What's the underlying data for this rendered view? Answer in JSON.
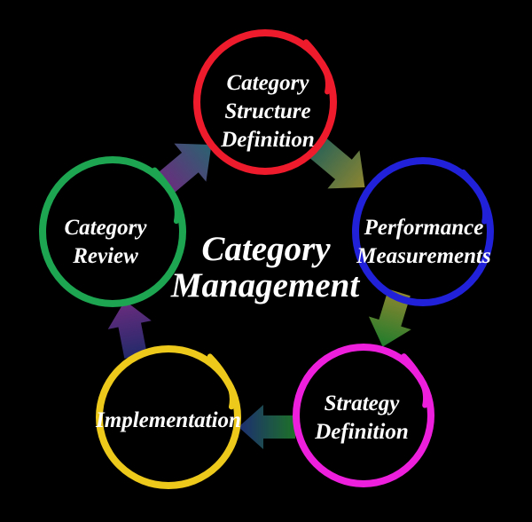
{
  "diagram": {
    "title_line1": "Category",
    "title_line2": "Management"
  },
  "nodes": [
    {
      "name": "category-structure-definition",
      "label_lines": [
        "Category",
        "Structure",
        "Definition"
      ],
      "color": "#ee1b2c"
    },
    {
      "name": "performance-measurements",
      "label_lines": [
        "Performance",
        "Measurements"
      ],
      "color": "#2021d8"
    },
    {
      "name": "strategy-definition",
      "label_lines": [
        "Strategy",
        "Definition"
      ],
      "color": "#ee1edd"
    },
    {
      "name": "implementation",
      "label_lines": [
        "Implementation"
      ],
      "color": "#edc91c"
    },
    {
      "name": "category-review",
      "label_lines": [
        "Category",
        "Review"
      ],
      "color": "#1da551"
    }
  ],
  "arrows": [
    {
      "name": "review-to-structure",
      "from_color": "#6b2c7e",
      "to_color": "#2a6370"
    },
    {
      "name": "structure-to-performance",
      "from_color": "#2b6356",
      "to_color": "#8d8630"
    },
    {
      "name": "performance-to-strategy",
      "from_color": "#8d8630",
      "to_color": "#1e7c2c"
    },
    {
      "name": "strategy-to-implementation",
      "from_color": "#1d7128",
      "to_color": "#1d2d72"
    },
    {
      "name": "implementation-to-review",
      "from_color": "#23296b",
      "to_color": "#6b2c7e"
    }
  ]
}
